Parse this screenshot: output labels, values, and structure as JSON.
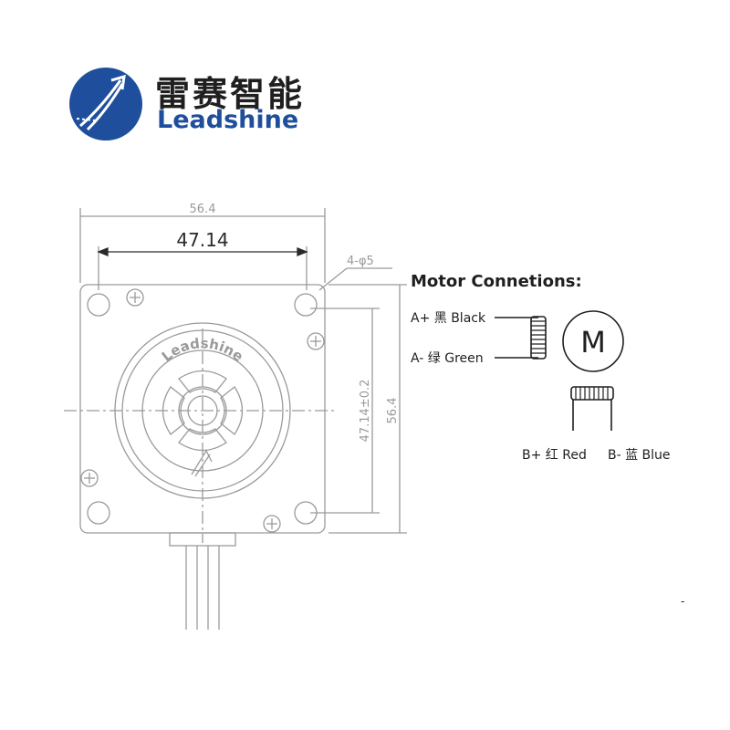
{
  "brand": {
    "name_cn": "雷赛智能",
    "name_en": "Leadshine",
    "face_text": "Leadshine",
    "colors": {
      "primary": "#1f4f9c",
      "text": "#1f1f1f",
      "drawing": "#9a9a9a"
    }
  },
  "dimensions": {
    "overall_width": "56.4",
    "hole_spacing_horizontal": "47.14",
    "hole_callout": "4-φ5",
    "hole_spacing_vertical": "47.14±0.2",
    "overall_height": "56.4"
  },
  "connections": {
    "title": "Motor Connetions:",
    "a_plus": "A+ 黑 Black",
    "a_minus": "A- 绿 Green",
    "b_plus": "B+ 红 Red",
    "b_minus": "B- 蓝 Blue",
    "motor_symbol": "M"
  },
  "stray_mark": "-"
}
